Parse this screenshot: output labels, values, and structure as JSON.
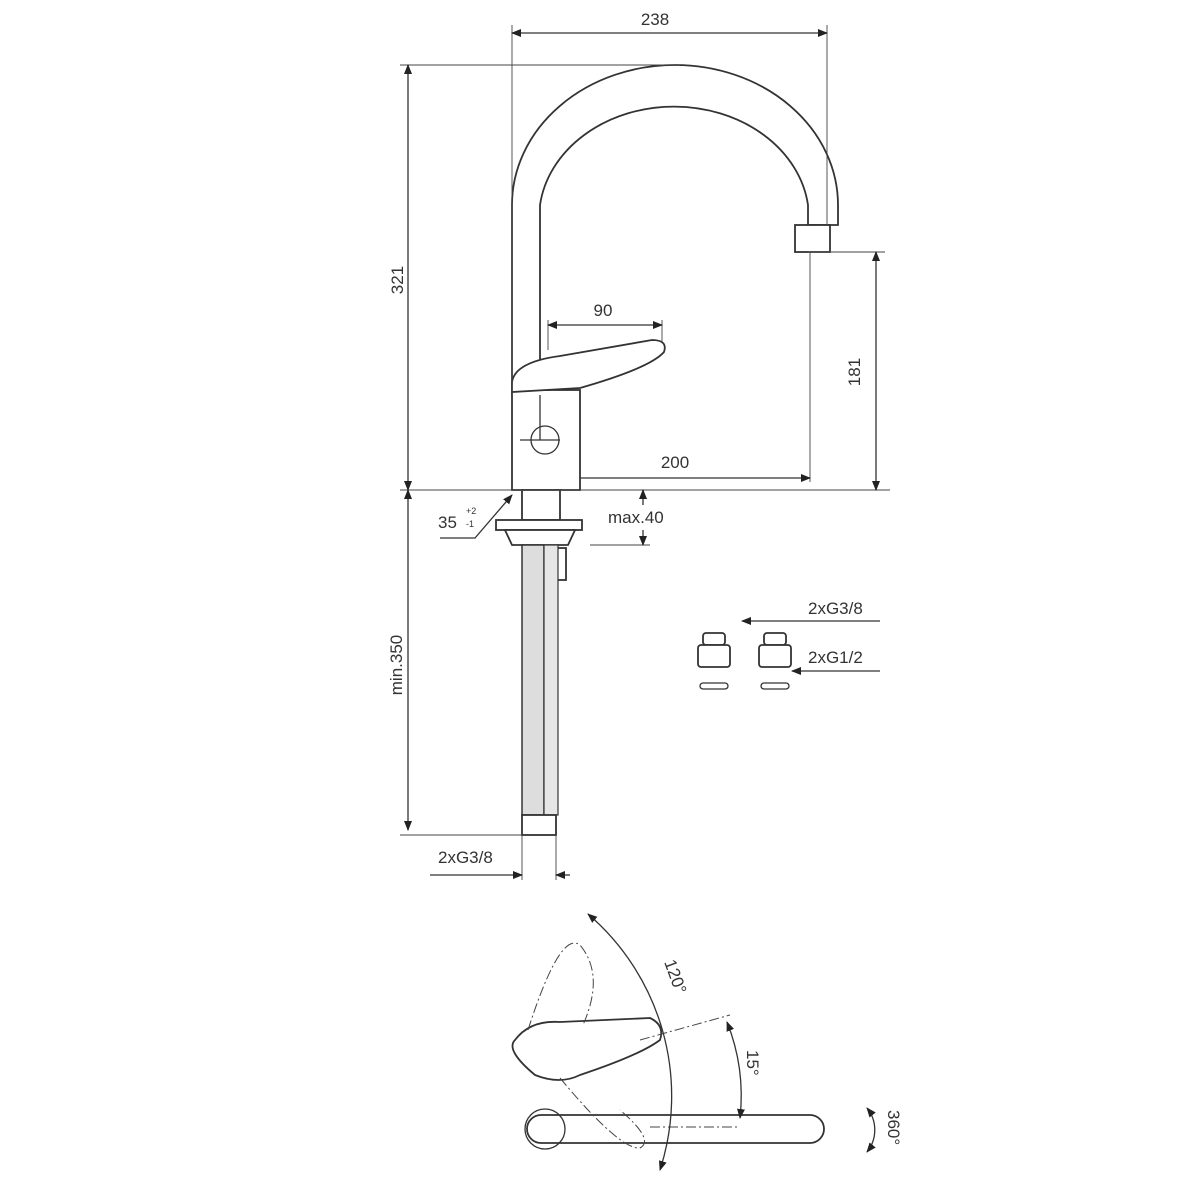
{
  "title": "Single-lever kitchen mixer dimension drawing",
  "dimensions": {
    "overall_reach": "238",
    "overall_height": "321",
    "handle_length": "90",
    "spout_height": "181",
    "spout_reach": "200",
    "hole_diameter": "35",
    "hole_tol_upper": "+2",
    "hole_tol_lower": "-1",
    "max_deck": "max.40",
    "min_hose": "min.350",
    "hose_thread": "2xG3/8",
    "adapter_thread_out": "2xG3/8",
    "adapter_thread_in": "2xG1/2"
  },
  "top_view": {
    "handle_rotation": "120°",
    "handle_tilt": "15°",
    "spout_rotation": "360°"
  }
}
